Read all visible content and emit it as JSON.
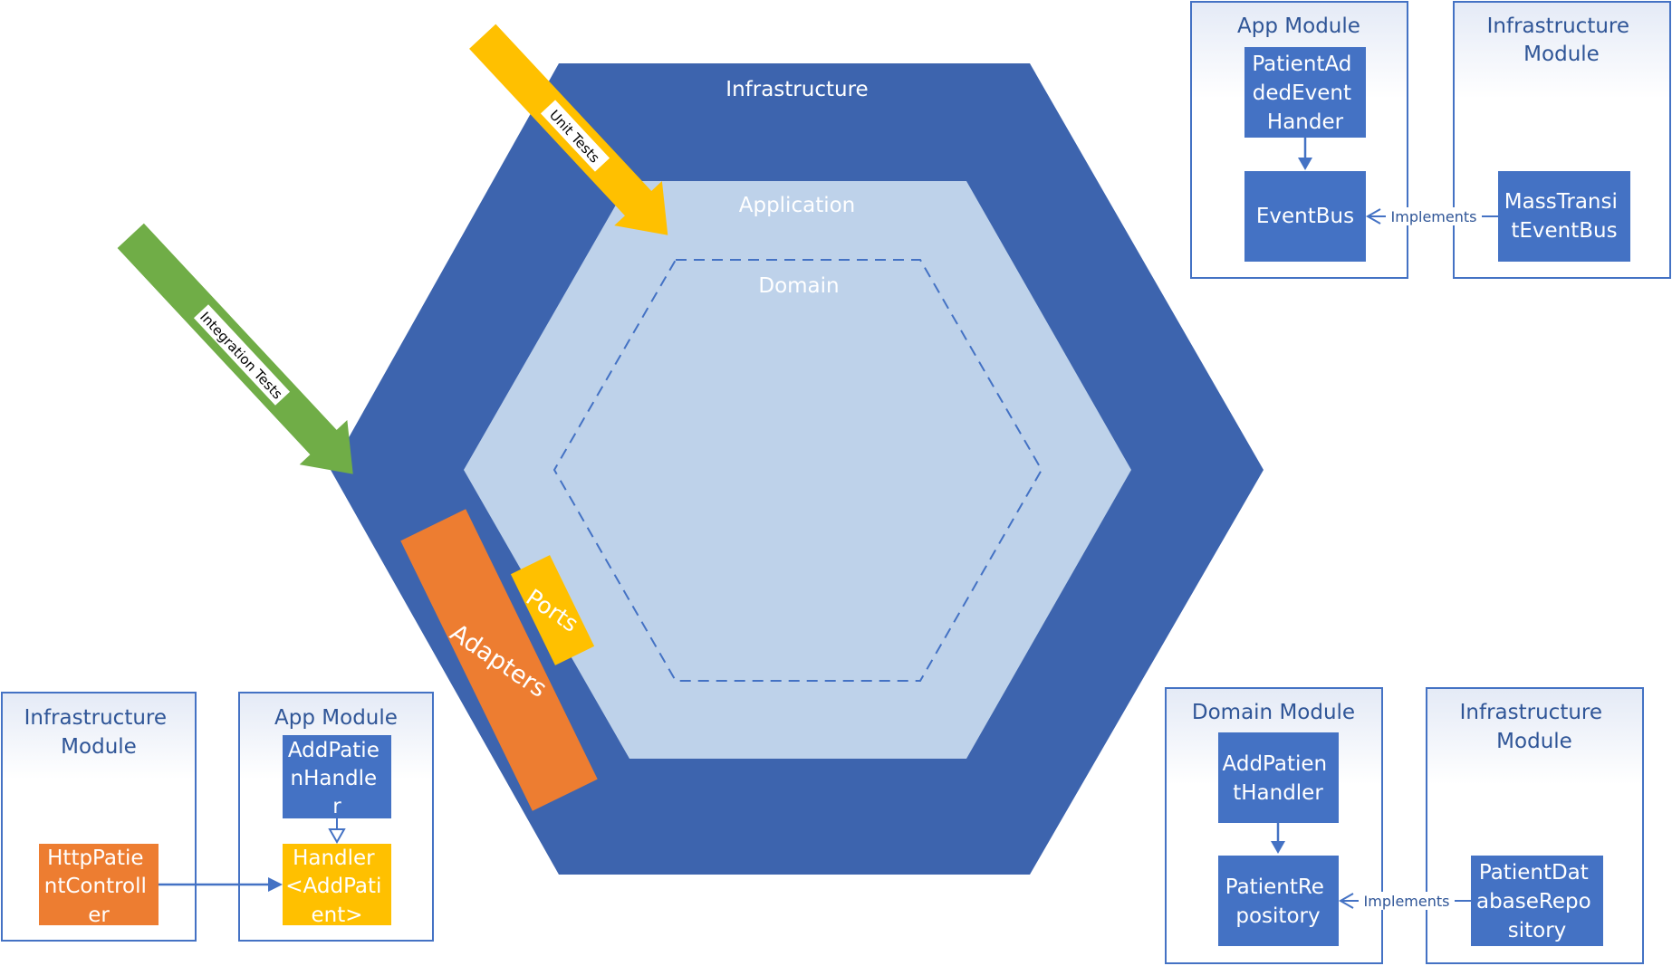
{
  "hexagon": {
    "infrastructure_label": "Infrastructure",
    "application_label": "Application",
    "domain_label": "Domain",
    "ports_label": "Ports",
    "adapters_label": "Adapters"
  },
  "arrows": {
    "unit_tests": "Unit Tests",
    "integration_tests": "Integration Tests"
  },
  "top_right": {
    "app_module": {
      "title": "App Module",
      "handler": [
        "PatientAd",
        "dedEvent",
        "Hander"
      ],
      "eventbus": "EventBus"
    },
    "infra_module": {
      "title": [
        "Infrastructure",
        "Module"
      ],
      "impl": [
        "MassTransi",
        "tEventBus"
      ]
    },
    "implements_label": "Implements"
  },
  "bottom_left": {
    "infra_module": {
      "title": [
        "Infrastructure",
        "Module"
      ],
      "controller": [
        "HttpPatie",
        "ntControll",
        "er"
      ]
    },
    "app_module": {
      "title": "App Module",
      "handler": [
        "AddPatie",
        "nHandle",
        "r"
      ],
      "generic": [
        "Handler",
        "<AddPati",
        "ent>"
      ]
    }
  },
  "bottom_right": {
    "domain_module": {
      "title": "Domain Module",
      "handler": [
        "AddPatien",
        "tHandler"
      ],
      "repo": [
        "PatientRe",
        "pository"
      ]
    },
    "infra_module": {
      "title": [
        "Infrastructure",
        "Module"
      ],
      "impl": [
        "PatientDat",
        "abaseRepo",
        "sitory"
      ]
    },
    "implements_label": "Implements"
  },
  "colors": {
    "dark_blue": "#3D64AE",
    "light_blue": "#BED2EA",
    "box_blue": "#4472C4",
    "orange": "#ED7D31",
    "gold": "#FFC000",
    "green": "#70AD47",
    "module_text": "#2F5597"
  }
}
